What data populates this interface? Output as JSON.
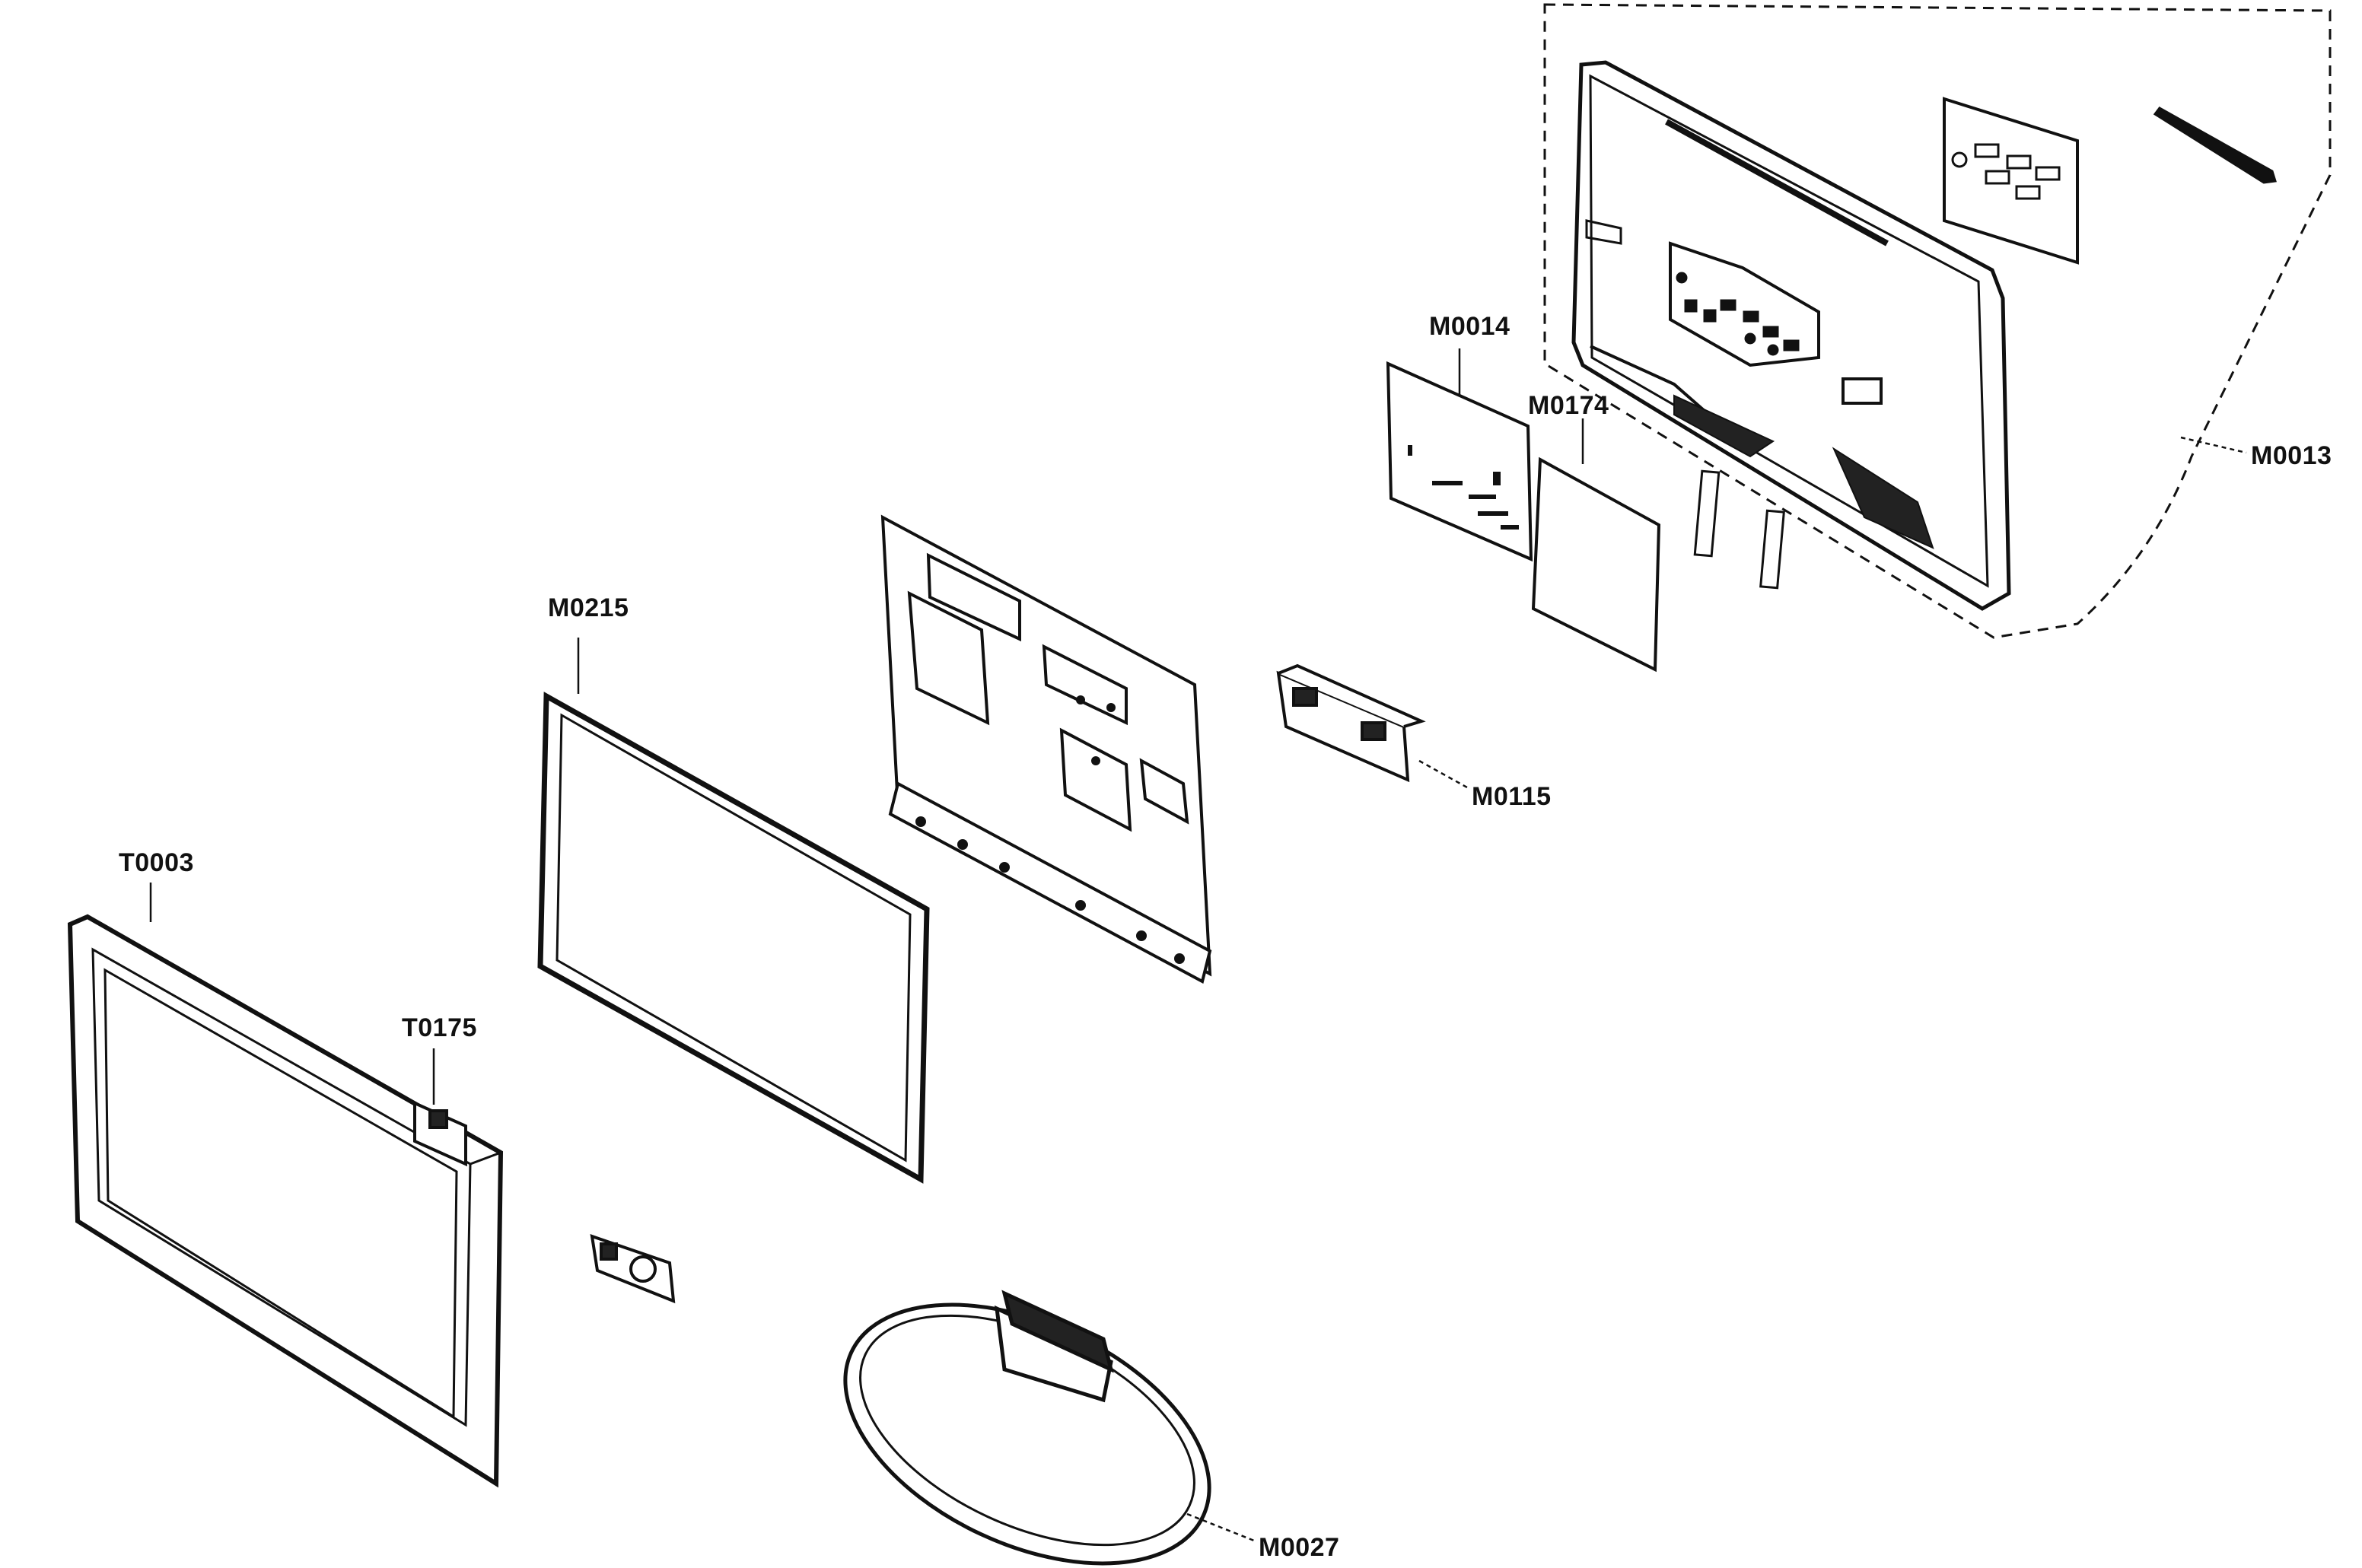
{
  "labels": {
    "M0013": "M0013",
    "M0014": "M0014",
    "M0174": "M0174",
    "M0215": "M0215",
    "M0115": "M0115",
    "T0003": "T0003",
    "T0175": "T0175",
    "M0027": "M0027"
  },
  "colors": {
    "ink": "#111111",
    "paper": "#ffffff",
    "shade": "#f3f3f3"
  }
}
